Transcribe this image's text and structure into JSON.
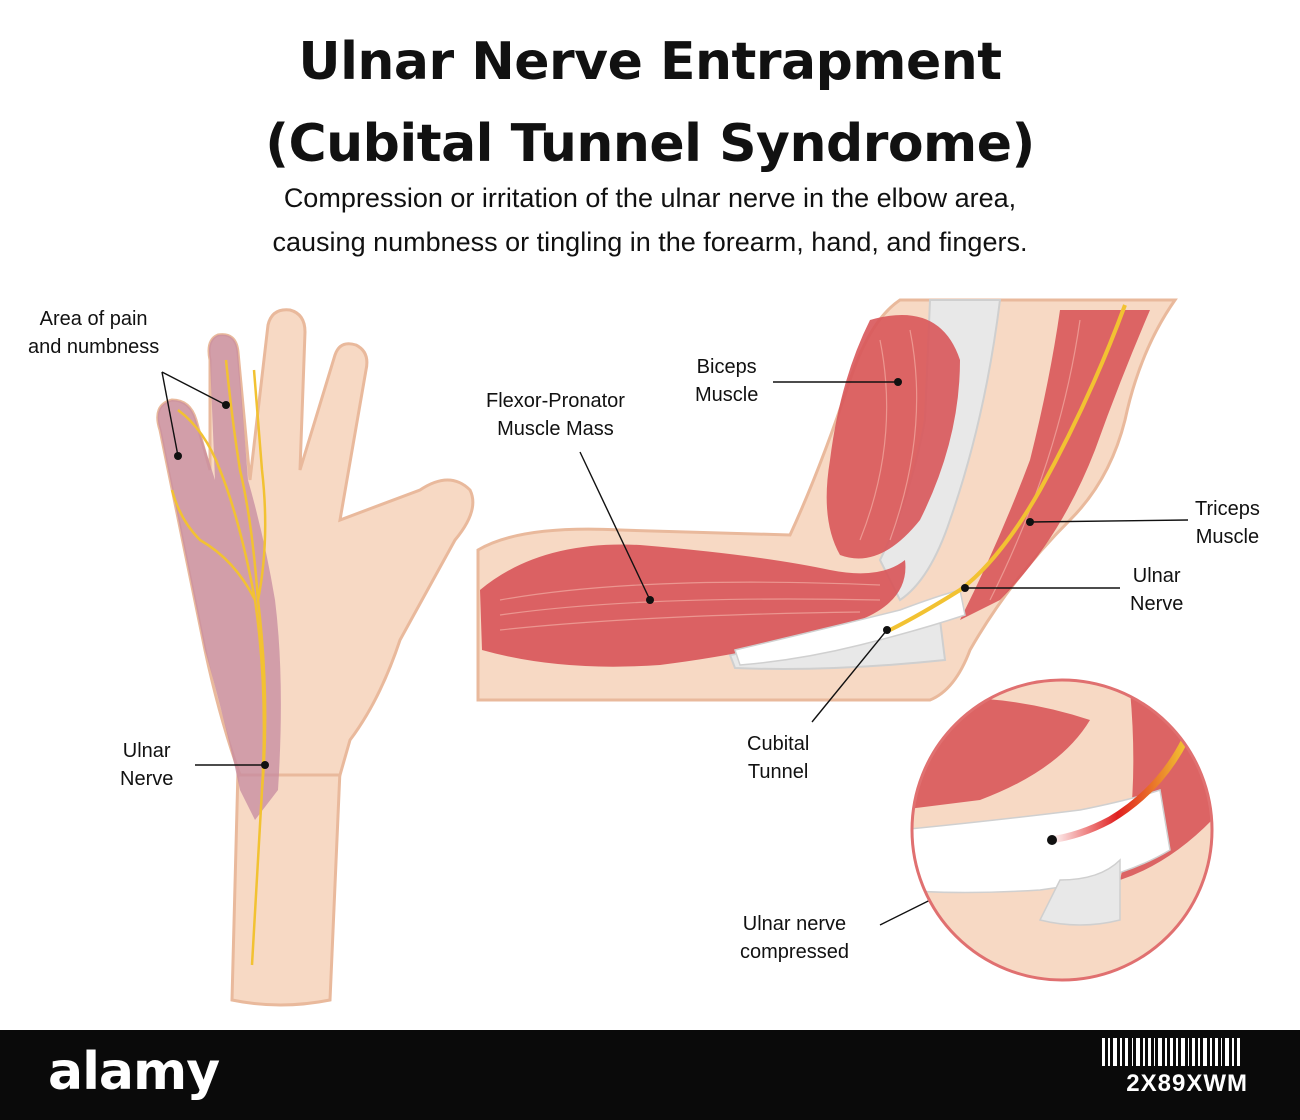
{
  "title": {
    "line1": "Ulnar Nerve Entrapment",
    "line2": "(Cubital Tunnel Syndrome)"
  },
  "subtitle": {
    "line1": "Compression or irritation of the ulnar nerve in the elbow area,",
    "line2": "causing numbness or tingling in the forearm, hand, and fingers."
  },
  "labels": {
    "pain_area": [
      "Area of pain",
      "and numbness"
    ],
    "hand_ulnar_nerve": [
      "Ulnar",
      "Nerve"
    ],
    "flexor_pronator": [
      "Flexor-Pronator",
      "Muscle Mass"
    ],
    "biceps": [
      "Biceps",
      "Muscle"
    ],
    "triceps": [
      "Triceps",
      "Muscle"
    ],
    "arm_ulnar_nerve": [
      "Ulnar",
      "Nerve"
    ],
    "cubital_tunnel": [
      "Cubital",
      "Tunnel"
    ],
    "compressed": [
      "Ulnar nerve",
      "compressed"
    ]
  },
  "footer": {
    "brand": "alamy",
    "image_id": "2X89XWM"
  },
  "colors": {
    "skin": "#f7d9c4",
    "skin_outline": "#e9b99c",
    "muscle": "#d8575a",
    "muscle_light": "#f0a49c",
    "numb_area": "#c68aa0",
    "nerve": "#f2c232",
    "bone": "#e6e6e6",
    "compression": "#e02020"
  }
}
